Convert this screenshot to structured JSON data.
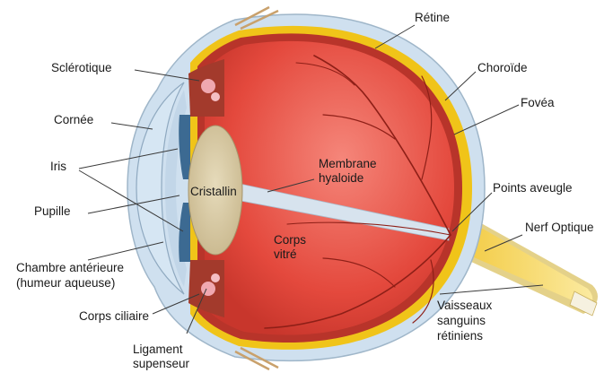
{
  "labels": {
    "retine": "Rétine",
    "sclerotique": "Sclérotique",
    "choroide": "Choroïde",
    "fovea": "Fovéa",
    "cornee": "Cornée",
    "iris": "Iris",
    "membrane_l1": "Membrane",
    "membrane_l2": "hyaloide",
    "cristallin": "Cristallin",
    "points_aveugle": "Points aveugle",
    "pupille": "Pupille",
    "nerf_optique": "Nerf Optique",
    "corps_vitre_l1": "Corps",
    "corps_vitre_l2": "vitré",
    "chambre_l1": "Chambre antérieure",
    "chambre_l2": "(humeur aqueuse)",
    "corps_ciliaire": "Corps ciliaire",
    "vaisseaux_l1": "Vaisseaux",
    "vaisseaux_l2": "sanguins",
    "vaisseaux_l3": "rétiniens",
    "ligament_l1": "Ligament",
    "ligament_l2": "supenseur"
  },
  "colors": {
    "sclera": "#cfe0ef",
    "sclera_edge": "#9fb6c9",
    "choroid": "#f0c419",
    "retina_outer": "#c0392b",
    "vitreous": "#e8564a",
    "vitreous_light": "#f0776a",
    "lens": "#d9cba6",
    "iris": "#4a7aa0",
    "nerve": "#f4d64e",
    "vessel": "#8e1f17"
  }
}
